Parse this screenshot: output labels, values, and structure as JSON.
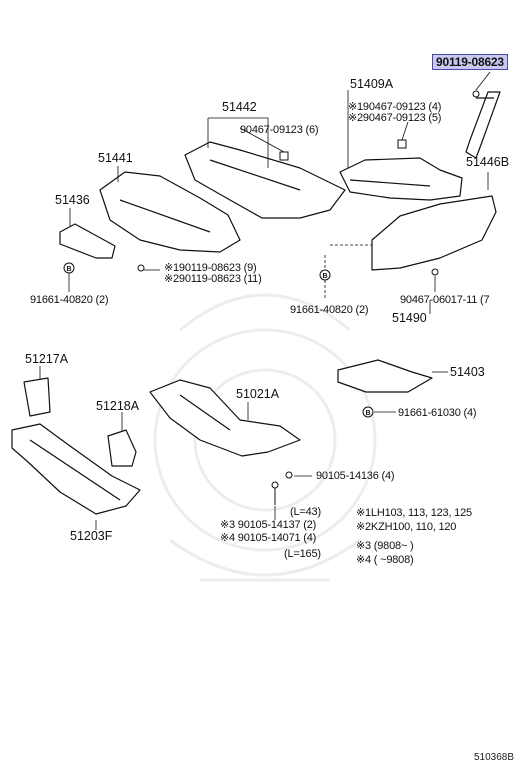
{
  "diagram_code": "510368B",
  "labels": {
    "p90119_08623_hl": "90119-08623",
    "p51409A": "51409A",
    "p190467_09123_4": "※190467-09123 (4)",
    "p290467_09123_5": "※290467-09123 (5)",
    "p51442": "51442",
    "p90467_09123_6": "90467-09123 (6)",
    "p51441": "51441",
    "p51446B": "51446B",
    "p51436": "51436",
    "p190119_08623_9": "※190119-08623 (9)",
    "p290119_08623_11": "※290119-08623 (11)",
    "p91661_40820_2a": "91661-40820 (2)",
    "p91661_40820_2b": "91661-40820 (2)",
    "p90467_06017_11": "90467-06017-11 (7",
    "p51490": "51490",
    "p51217A": "51217A",
    "p51403": "51403",
    "p51218A": "51218A",
    "p51021A": "51021A",
    "p91661_61030_4": "91661-61030 (4)",
    "p90105_14136_4": "90105-14136 (4)",
    "p51203F": "51203F",
    "l43": "(L=43)",
    "p3_90105_14137": "※3  90105-14137 (2)",
    "p4_90105_14071": "※4  90105-14071 (4)",
    "l165": "(L=165)"
  },
  "notes": {
    "n1": "※1LH103, 113, 123, 125",
    "n2": "※2KZH100, 110, 120",
    "n3": "※3  (9808~        )",
    "n4": "※4  (          ~9808)"
  }
}
